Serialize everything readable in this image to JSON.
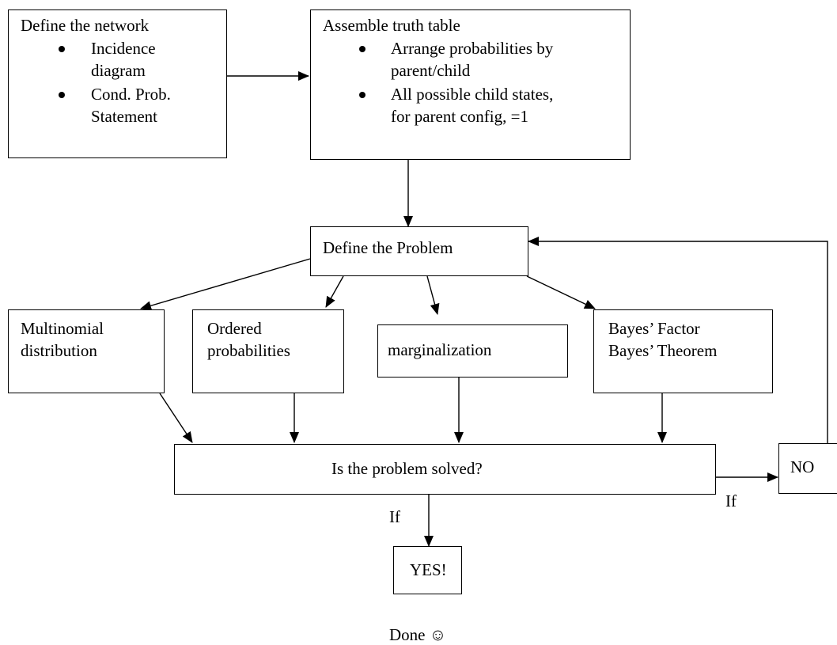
{
  "define_network": {
    "title": "Define the network",
    "bullets": [
      {
        "lines": [
          "Incidence",
          "diagram"
        ]
      },
      {
        "lines": [
          "Cond. Prob.",
          "Statement"
        ]
      }
    ]
  },
  "assemble": {
    "title": "Assemble truth table",
    "bullets": [
      {
        "lines": [
          "Arrange probabilities by",
          "parent/child"
        ]
      },
      {
        "lines": [
          "All possible child states,",
          "for parent config, =1"
        ]
      }
    ]
  },
  "define_problem": {
    "label": "Define the Problem"
  },
  "methods": {
    "multinomial": [
      "Multinomial",
      "distribution"
    ],
    "ordered": [
      "Ordered",
      "probabilities"
    ],
    "marginalization": "marginalization",
    "bayes": [
      "Bayes’ Factor",
      "Bayes’ Theorem"
    ]
  },
  "solved": {
    "label": "Is the problem solved?"
  },
  "no": {
    "label": "NO",
    "edge_label": "If"
  },
  "yes": {
    "label": "YES!",
    "edge_label": "If"
  },
  "done": {
    "label": "Done ☺"
  }
}
